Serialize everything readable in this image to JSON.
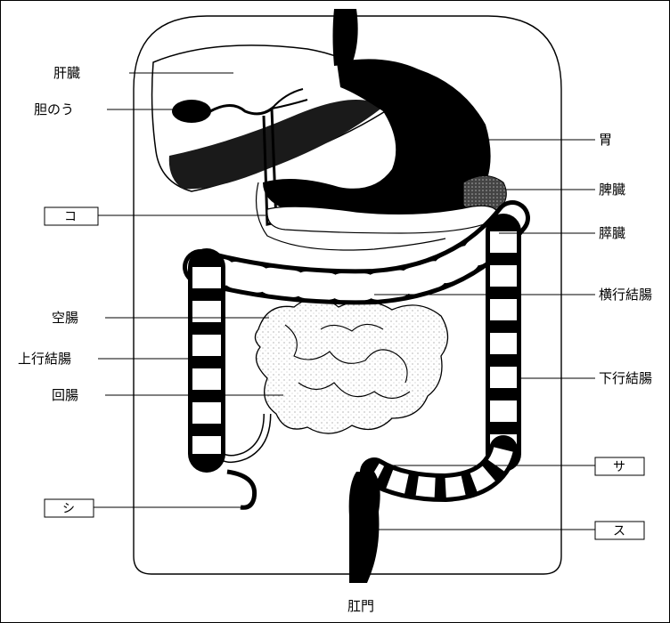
{
  "labels": {
    "liver": "肝臓",
    "gallbladder": "胆のう",
    "stomach": "胃",
    "spleen": "脾臓",
    "pancreas": "膵臓",
    "transverse_colon": "横行結腸",
    "jejunum": "空腸",
    "ascending_colon": "上行結腸",
    "descending_colon": "下行結腸",
    "ileum": "回腸",
    "anus": "肛門"
  },
  "answer_boxes": {
    "ko": "コ",
    "shi": "シ",
    "sa": "サ",
    "su": "ス"
  },
  "colors": {
    "ink": "#000000",
    "dark_organ": "#111111",
    "paper": "#ffffff"
  }
}
